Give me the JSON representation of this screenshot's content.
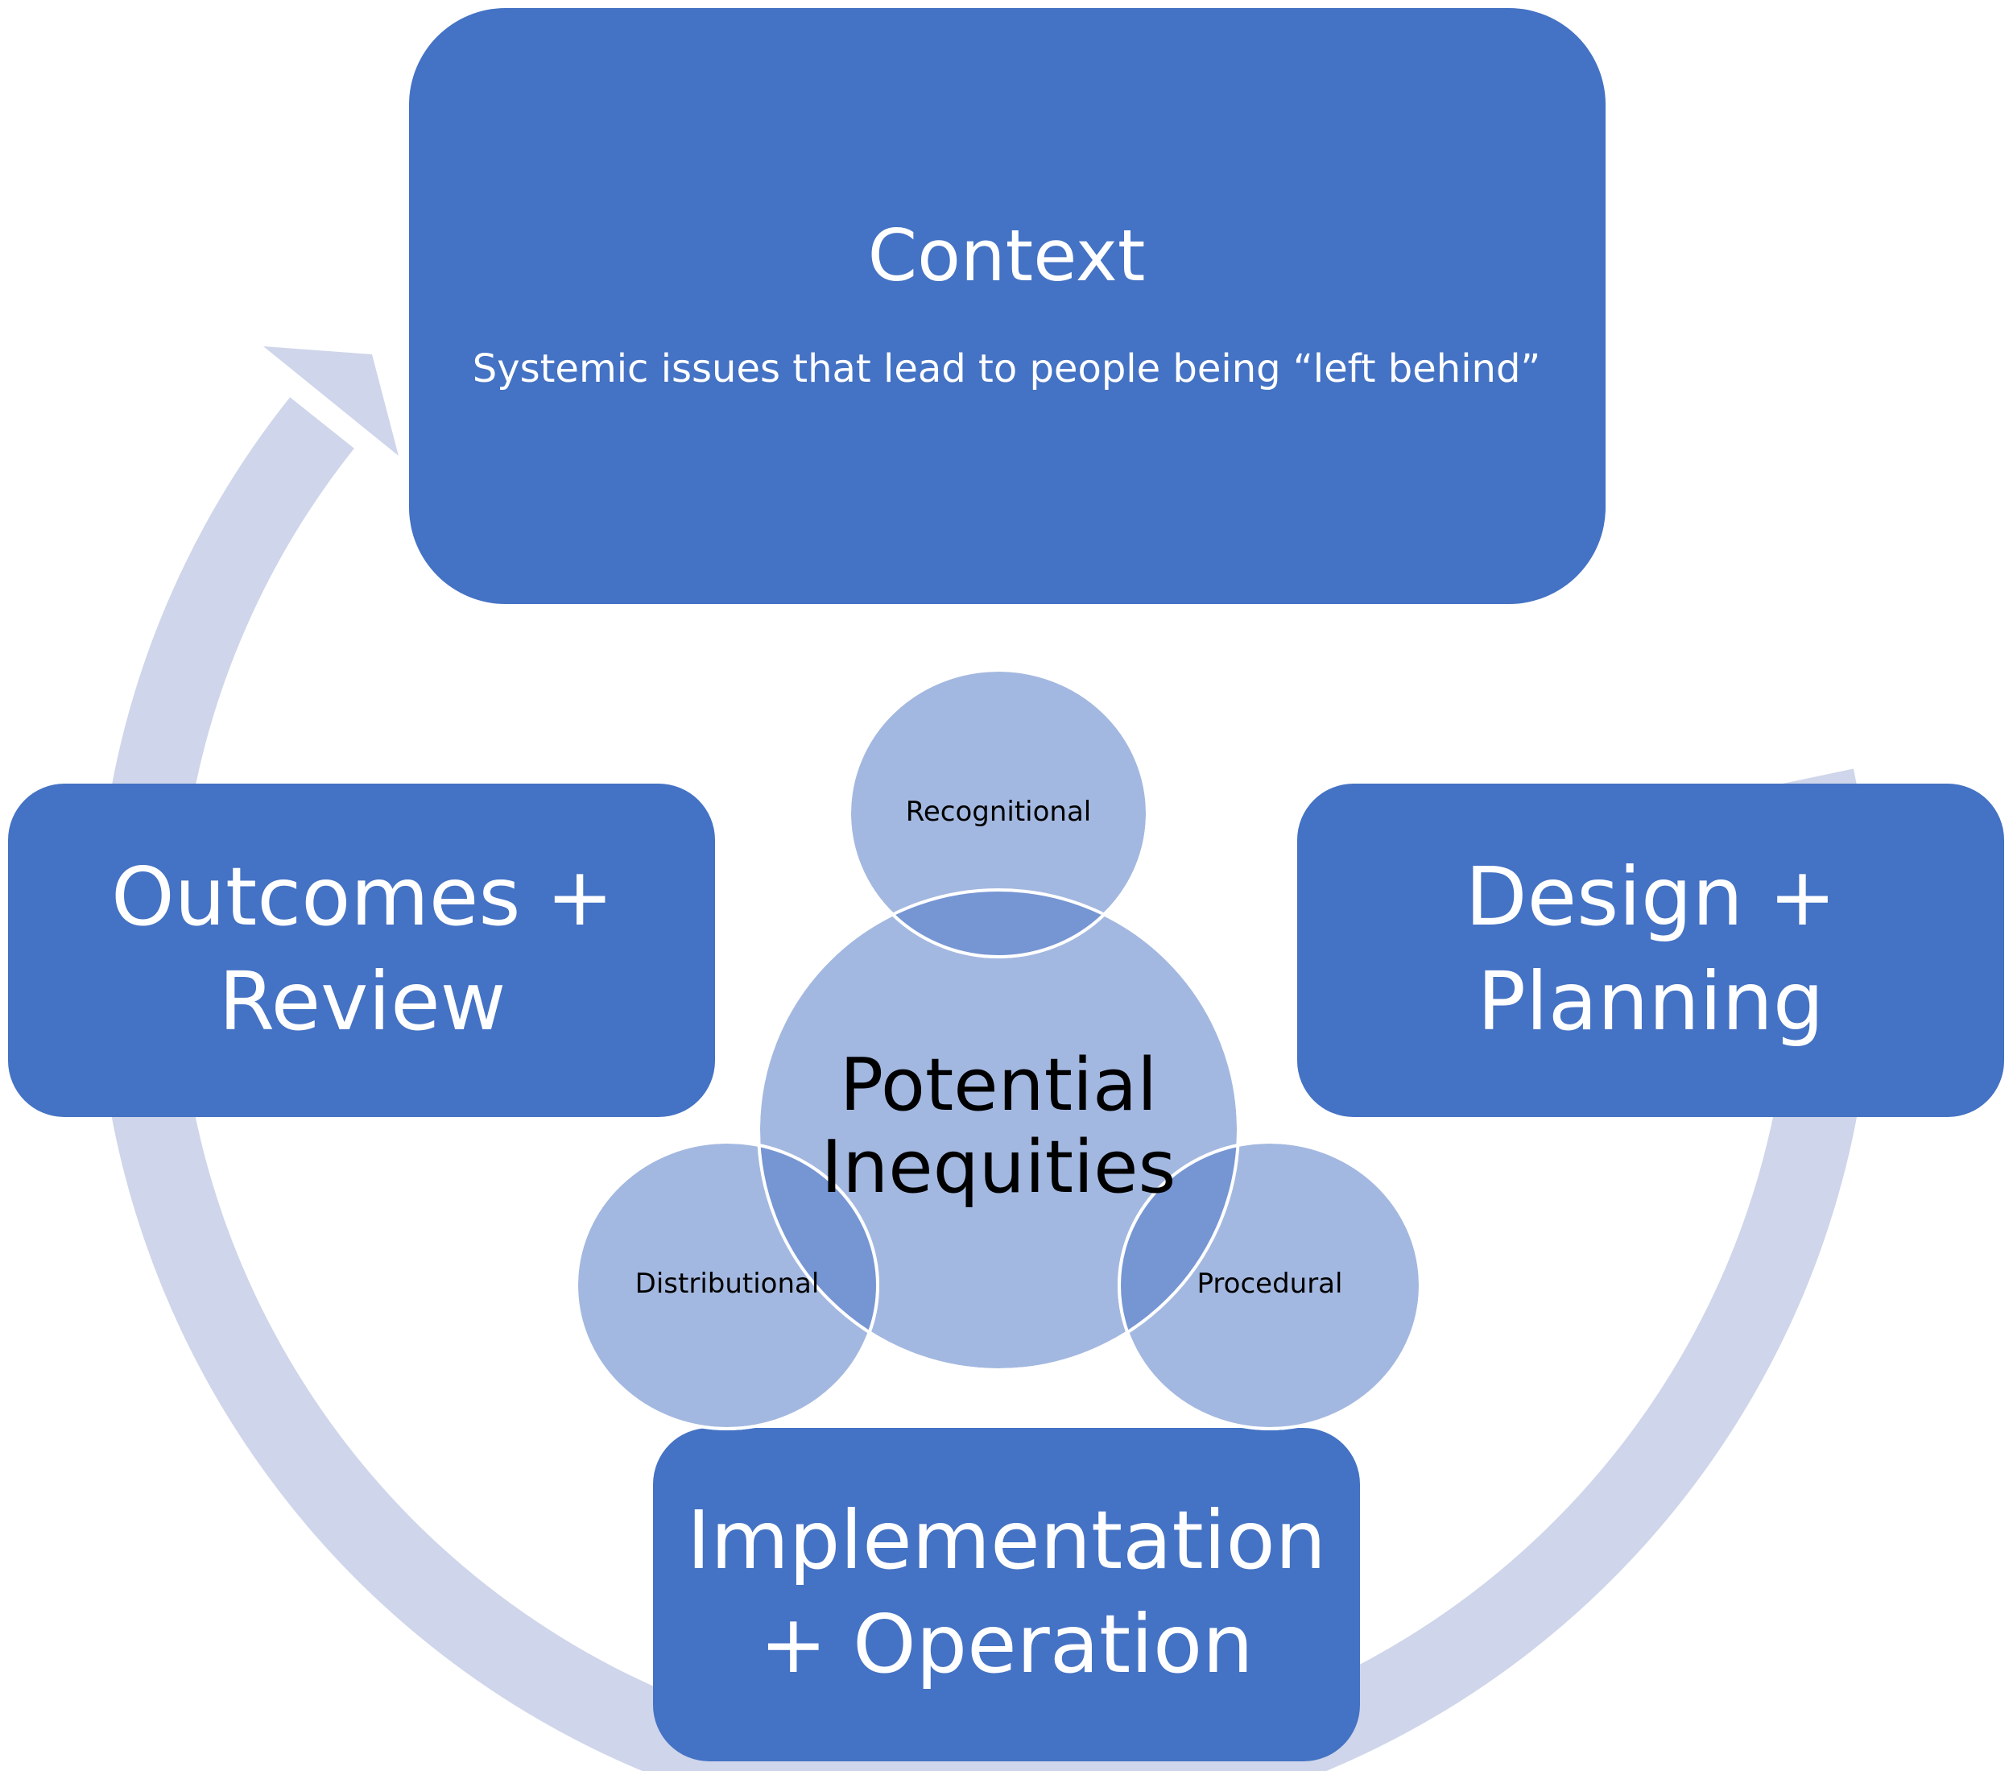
{
  "colors": {
    "box_fill": "#4472c4",
    "cycle_arrow": "#cfd5ea",
    "circle_fill": "#a3b8e0",
    "circle_stroke": "#ffffff",
    "overlap_fill": "#7695d3",
    "box_text": "#ffffff",
    "circle_text": "#000000"
  },
  "stages": {
    "context": {
      "title": "Context",
      "subtitle": "Systemic issues that lead to people being “left behind”"
    },
    "design": {
      "line1": "Design +",
      "line2": "Planning"
    },
    "implementation": {
      "line1": "Implementation",
      "line2": "+ Operation"
    },
    "outcomes": {
      "line1": "Outcomes +",
      "line2": "Review"
    }
  },
  "center": {
    "line1": "Potential",
    "line2": "Inequities"
  },
  "inequity_types": {
    "recognitional": "Recognitional",
    "distributional": "Distributional",
    "procedural": "Procedural"
  },
  "cycle": {
    "direction": "clockwise",
    "arrow_icon": "cycle-arrow-icon"
  }
}
